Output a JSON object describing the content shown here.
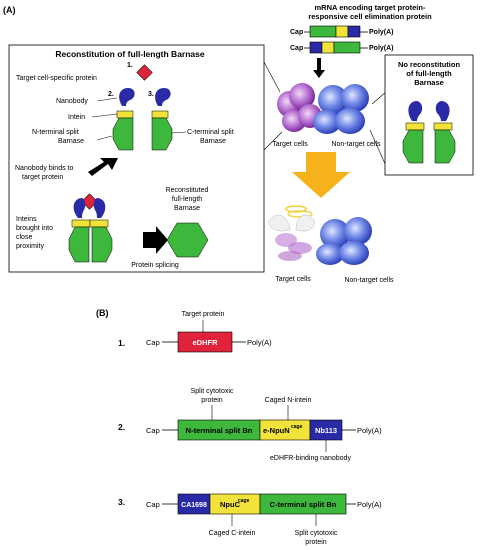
{
  "panel_a": {
    "label": "(A)",
    "mrna_title_line1": "mRNA encoding target protein-",
    "mrna_title_line2": "responsive cell elimination protein",
    "cap": "Cap",
    "polya": "Poly(A)",
    "recon_title": "Reconstitution of full-length Barnase",
    "step1": "1.",
    "step2": "2.",
    "step3": "3.",
    "target_protein": "Target cell-specific protein",
    "nanobody": "Nanobody",
    "intein": "Intein",
    "n_split_l1": "N-terminal split",
    "n_split_l2": "Barnase",
    "c_split_l1": "C-terminal split",
    "c_split_l2": "Barnase",
    "binds_l1": "Nanobody binds to",
    "binds_l2": "target protein",
    "recon_l1": "Reconstituted",
    "recon_l2": "full-length",
    "recon_l3": "Barnase",
    "inteins_l1": "Inteins",
    "inteins_l2": "brought into",
    "inteins_l3": "close",
    "inteins_l4": "proximity",
    "splicing": "Protein splicing",
    "target_cells": "Target cells",
    "nontarget_cells": "Non-target cells",
    "norecon_l1": "No reconstitution",
    "norecon_l2": "of full-length",
    "norecon_l3": "Barnase"
  },
  "panel_b": {
    "label": "(B)",
    "c1_num": "1.",
    "c1_top": "Target protein",
    "c1_box": "eDHFR",
    "c2_num": "2.",
    "c2_top1_l1": "Split cytotoxic",
    "c2_top1_l2": "protein",
    "c2_top2": "Caged N-intein",
    "c2_box1": "N-terminal split Bn",
    "c2_box2": "e-NpuN",
    "c2_box2_sup": "cage",
    "c2_box3": "Nb113",
    "c2_bottom": "eDHFR-binding nanobody",
    "c3_num": "3.",
    "c3_box1": "CA1698",
    "c3_box2": "NpuC",
    "c3_box2_sup": "cage",
    "c3_box3": "C-terminal split Bn",
    "c3_bottom1": "Caged C-intein",
    "c3_bottom2_l1": "Split cytotoxic",
    "c3_bottom2_l2": "protein",
    "cap": "Cap",
    "polya": "Poly(A)"
  },
  "colors": {
    "green": "#3db83d",
    "yellow": "#f2e33a",
    "blue": "#2a2aa6",
    "red": "#e0223a",
    "orange": "#f5b21a",
    "purple": "#a04fc0"
  }
}
